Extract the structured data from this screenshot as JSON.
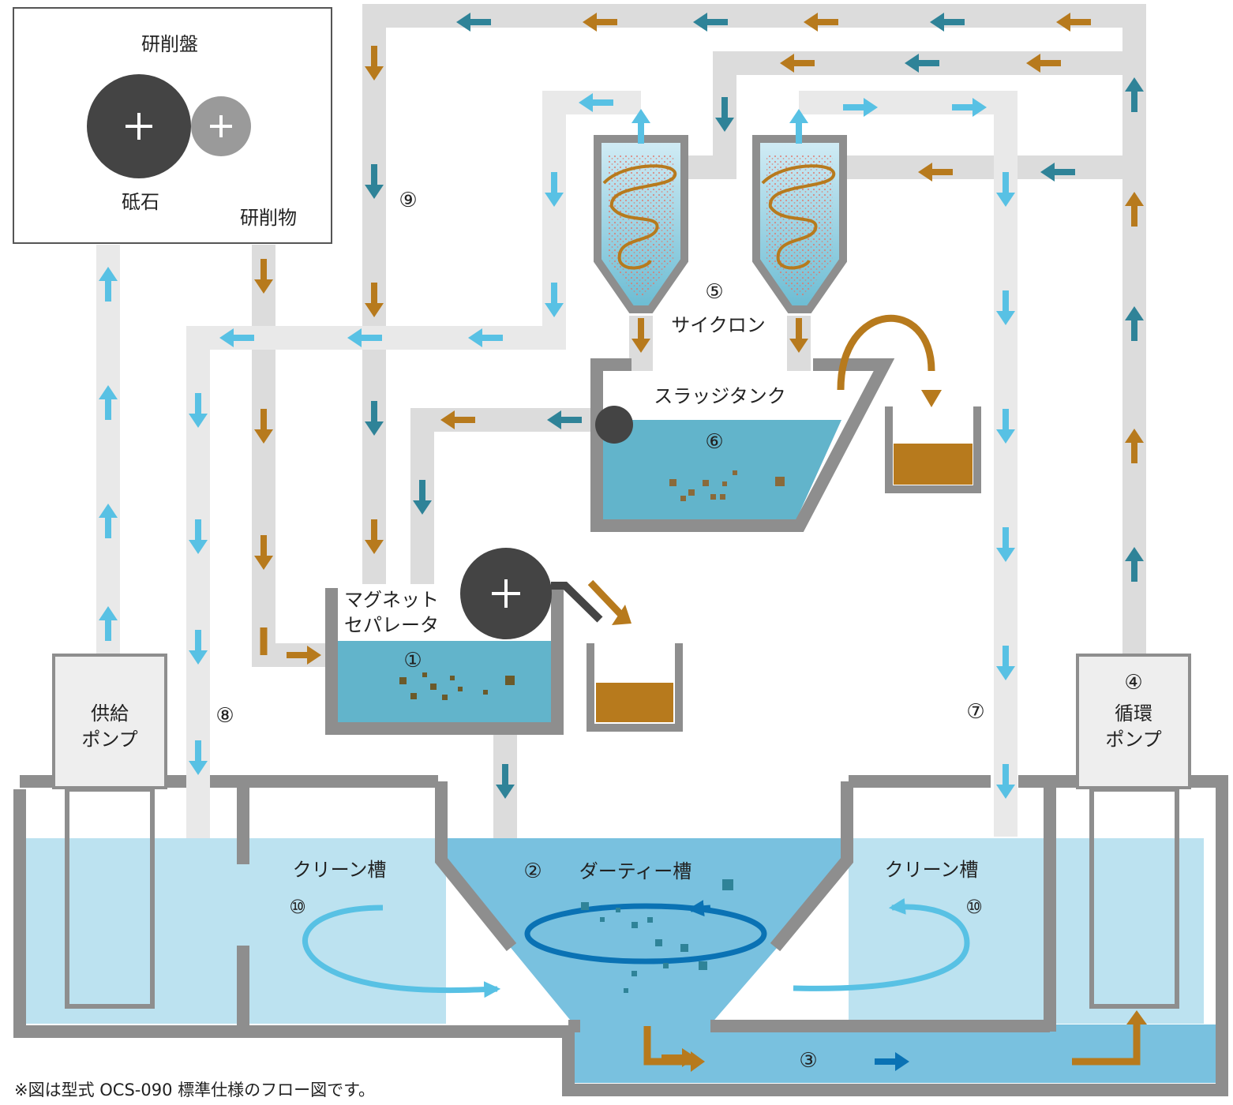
{
  "labels": {
    "grinder": "研削盤",
    "grindstone": "砥石",
    "swarf": "研削物",
    "magnet_separator": [
      "マグネット",
      "セパレータ"
    ],
    "cyclone": "サイクロン",
    "sludge_tank": "スラッジタンク",
    "clean_tank": "クリーン槽",
    "dirty_tank": "ダーティー槽",
    "supply_pump": [
      "供給",
      "ポンプ"
    ],
    "circulation_pump": [
      "循環",
      "ポンプ"
    ]
  },
  "numbers": {
    "n1": "①",
    "n2": "②",
    "n3": "③",
    "n4": "④",
    "n5": "⑤",
    "n6": "⑥",
    "n7": "⑦",
    "n8": "⑧",
    "n9": "⑨",
    "n10": "⑩"
  },
  "footnote": "※図は型式 OCS-090 標準仕様のフロー図です。",
  "colors": {
    "frame": "#8e8e8e",
    "pipe": "#dcdcdc",
    "pipe_light": "#e9e9e9",
    "arrow_orange": "#b77a1d",
    "arrow_teal": "#2f8398",
    "arrow_light": "#58c1e4",
    "arrow_blue": "#0a72b4",
    "water_clean": "#bce2f0",
    "water_dirty": "#79c1df",
    "water_tank": "#62b4cb",
    "sludge": "#b77a1d",
    "dark": "#444444",
    "roller_grey": "#9a9a9a"
  }
}
